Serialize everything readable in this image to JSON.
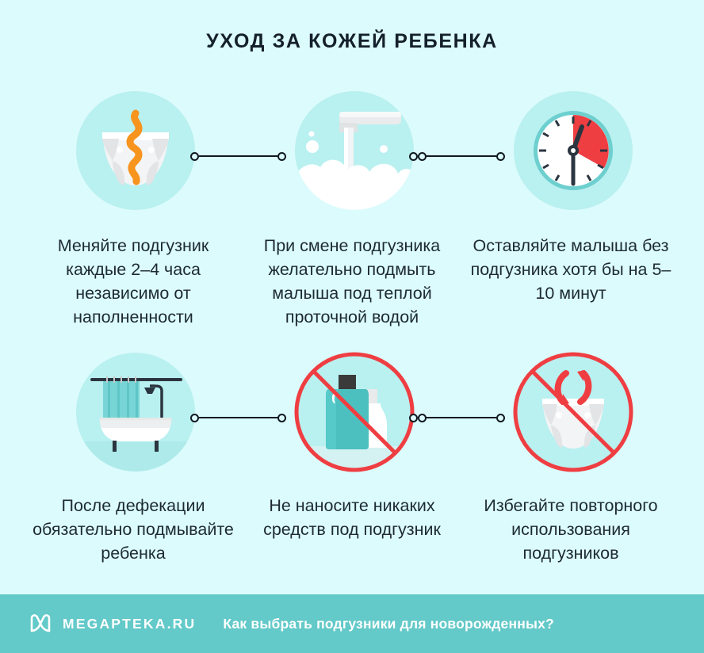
{
  "header": {
    "title": "УХОД ЗА КОЖЕЙ РЕБЕНКА"
  },
  "colors": {
    "page_background": "#dcfbfc",
    "circle_background": "#b9f0f0",
    "footer_background": "#63c9c9",
    "text": "#1d2a34",
    "title": "#14202b",
    "accent_red": "#ef3e42",
    "accent_orange": "#f7941e",
    "teal": "#6ecfcf",
    "connector": "#101820",
    "white": "#ffffff"
  },
  "steps": [
    {
      "index": 1,
      "icon": "dirty-diaper-icon",
      "caption": "Меняйте подгузник каждые 2–4 часа независимо от наполненности",
      "caption_lines": [
        "Меняйте подгузник",
        "каждые 2–4 часа",
        "независимо",
        "от наполненности"
      ],
      "prohibited": false
    },
    {
      "index": 2,
      "icon": "faucet-running-water-icon",
      "caption": "При смене подгузника желательно подмыть малыша под теплой проточной водой",
      "caption_lines": [
        "При смене подгузника",
        "желательно подмыть",
        "малыша под теплой",
        "проточной водой"
      ],
      "prohibited": false
    },
    {
      "index": 3,
      "icon": "clock-icon",
      "caption": "Оставляйте малыша без подгузника хотя бы на 5–10 минут",
      "caption_lines": [
        "Оставляйте малыша",
        "без подгузника хотя",
        "бы на 5–10 минут"
      ],
      "prohibited": false
    },
    {
      "index": 4,
      "icon": "bathtub-shower-icon",
      "caption": "После дефекации обязательно подмывайте ребенка",
      "caption_lines": [
        "После дефекации",
        "обязательно",
        "подмывайте ребенка"
      ],
      "prohibited": false
    },
    {
      "index": 5,
      "icon": "cosmetic-bottles-icon",
      "caption": "Не наносите никаких средств под подгузник",
      "caption_lines": [
        "Не наносите",
        "никаких средств",
        "под подгузник"
      ],
      "prohibited": true
    },
    {
      "index": 6,
      "icon": "diaper-reuse-icon",
      "caption": "Избегайте повторного использования подгузников",
      "caption_lines": [
        "Избегайте повторного",
        "использования",
        "подгузников"
      ],
      "prohibited": true
    }
  ],
  "footer": {
    "logo_icon": "megapteka-m-monogram-icon",
    "brand": "MEGAPTEKA.RU",
    "tagline": "Как выбрать подгузники для новорожденных?"
  }
}
